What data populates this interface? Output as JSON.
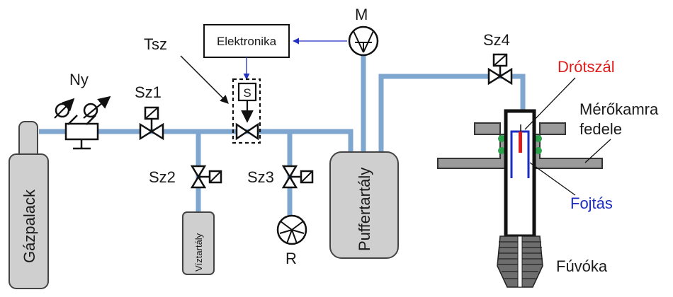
{
  "labels": {
    "gas_bottle": "Gázpalack",
    "regulator": "Ny",
    "valve1": "Sz1",
    "valve2": "Sz2",
    "valve3": "Sz3",
    "valve4": "Sz4",
    "control_valve": "Tsz",
    "solenoid": "S",
    "electronics": "Elektronika",
    "manometer": "M",
    "water_tank": "Víztartály",
    "pump": "R",
    "buffer_tank": "Puffertartály",
    "wire": "Drótszál",
    "chamber_lid_line1": "Mérőkamra",
    "chamber_lid_line2": "fedele",
    "throttle": "Fojtás",
    "nozzle": "Fúvóka"
  },
  "colors": {
    "pipe": "#7fa6cf",
    "tank_fill": "#cfcfcf",
    "lid_fill": "#9a9a9a",
    "wire": "#e01b1b",
    "throttle": "#1a2dbf",
    "signal_arrow": "#2030c0",
    "seal": "#2aa34a",
    "nozzle_fill": "#6e6e6e"
  },
  "icons": {
    "regulator_gauges": "pressure-gauge-icon",
    "manometer": "manometer-icon",
    "pump": "pump-icon"
  }
}
